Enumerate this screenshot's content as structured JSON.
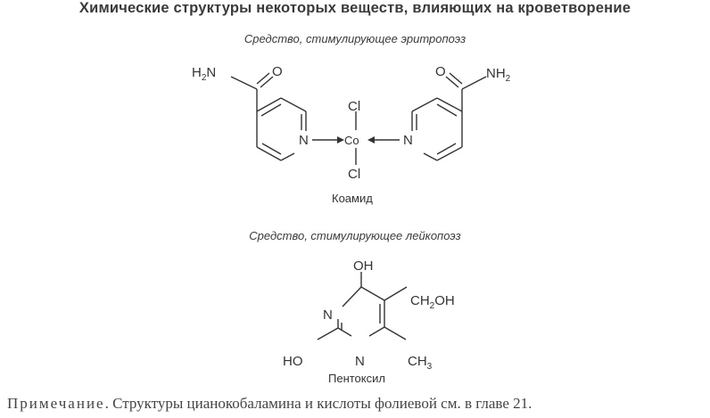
{
  "title": "Химические структуры некоторых веществ, влияющих на кроветворение",
  "sections": [
    {
      "subtitle": "Средство, стимулирующее эритропоэз",
      "compound": "Коамид"
    },
    {
      "subtitle": "Средство, стимулирующее лейкопоэз",
      "compound": "Пентоксил"
    }
  ],
  "note": {
    "label": "Примечание",
    "text": ". Структуры цианокобаламина и кислоты фолиевой см. в главе 21."
  },
  "atoms": {
    "koamid": {
      "left_amide_h": "H",
      "left_amide_sub": "2",
      "left_amide_n": "N",
      "o": "O",
      "n": "N",
      "cl": "Cl",
      "co": "Co",
      "right_amide_nh": "NH",
      "right_amide_sub": "2"
    },
    "pentoxil": {
      "oh": "OH",
      "n": "N",
      "ho": "HO",
      "ch2oh_a": "CH",
      "ch2oh_sub": "2",
      "ch2oh_b": "OH",
      "ch3": "CH",
      "ch3_sub": "3"
    }
  }
}
